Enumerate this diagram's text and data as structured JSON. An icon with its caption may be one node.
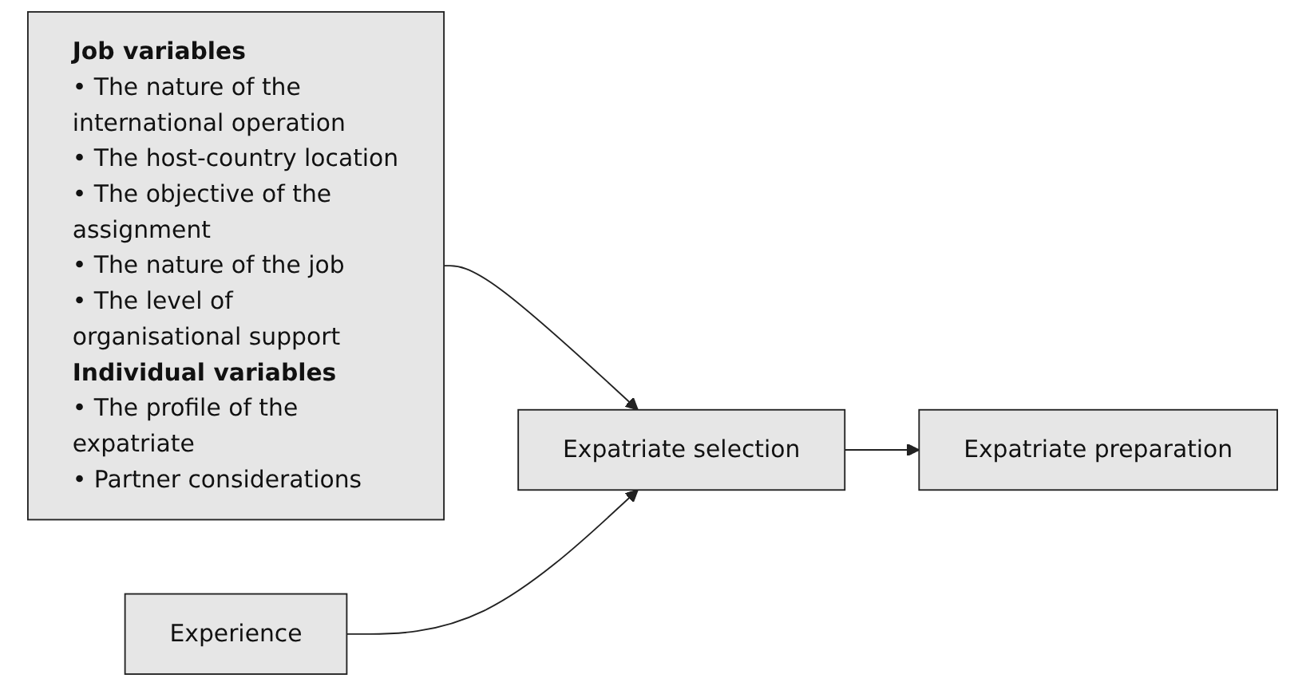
{
  "diagram": {
    "nodes": [
      {
        "text": [
          "Job variables",
          "• The nature of the international operation",
          "• The host-country location",
          "• The objective of the assignment",
          "• The nature of the job",
          "• The level of organisational support",
          "Individual variables",
          "• The profile of the expatriate",
          "• Partner considerations"
        ]
      },
      {
        "text": [
          "Experience"
        ]
      },
      {
        "text": [
          "Expatriate selection"
        ]
      },
      {
        "text": [
          "Expatriate preparation"
        ]
      }
    ],
    "edges": [
      {
        "from": 0,
        "to": 2,
        "arrow": "to"
      },
      {
        "from": 1,
        "to": 2,
        "arrow": "to"
      },
      {
        "from": 2,
        "to": 3,
        "arrow": "to"
      }
    ]
  }
}
